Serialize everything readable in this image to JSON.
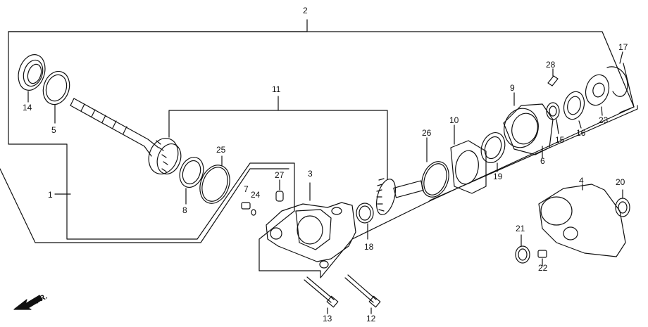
{
  "labels": {
    "p1": "1",
    "p2": "2",
    "p3": "3",
    "p4": "4",
    "p5": "5",
    "p6": "6",
    "p7": "7",
    "p8": "8",
    "p9": "9",
    "p10": "10",
    "p11": "11",
    "p12": "12",
    "p13": "13",
    "p14": "14",
    "p15": "15",
    "p16": "16",
    "p17": "17",
    "p18": "18",
    "p19": "19",
    "p20": "20",
    "p21": "21",
    "p22": "22",
    "p23": "23",
    "p24": "24",
    "p25": "25",
    "p26": "26",
    "p27": "27",
    "p28": "28"
  },
  "direction": "FR.",
  "line_color": "#111111"
}
